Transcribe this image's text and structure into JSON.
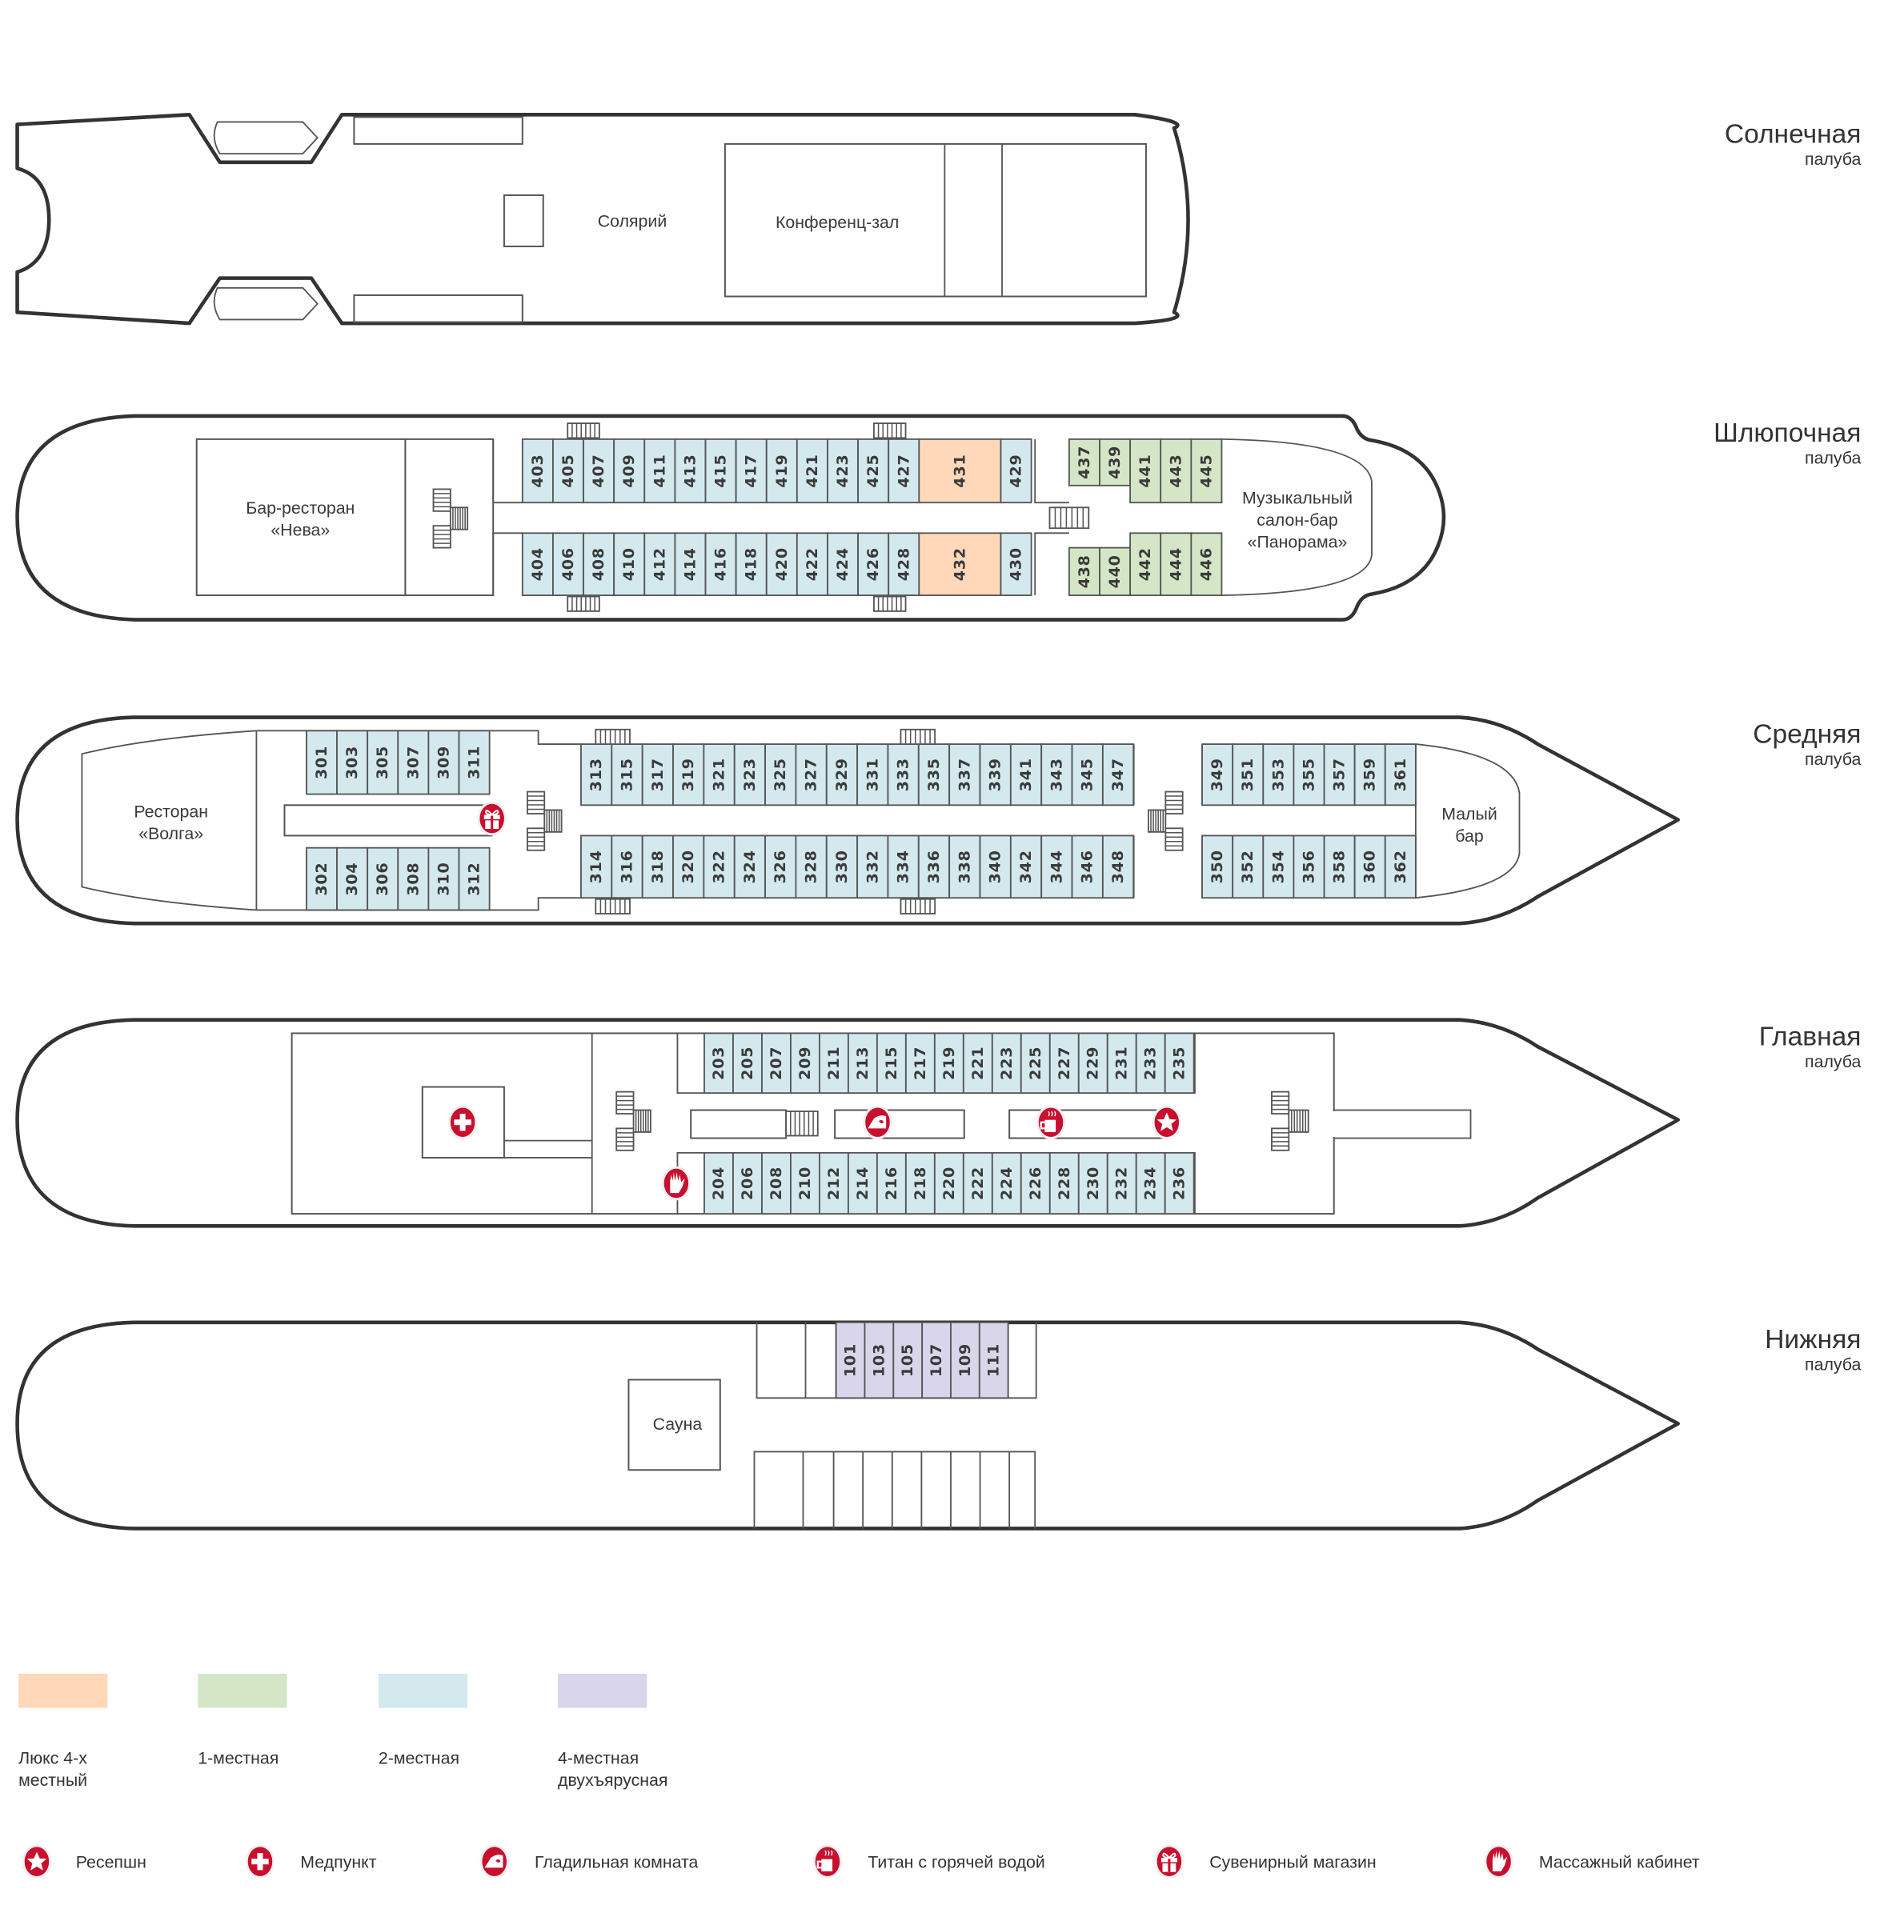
{
  "colors": {
    "lux": "#fed8b8",
    "single": "#d5e6c6",
    "double": "#d3e9ee",
    "quad_bunk": "#d9d5ea",
    "amenity": "#c8102e",
    "line": "#555555"
  },
  "decks": {
    "sun": {
      "title": "Солнечная",
      "subtitle": "палуба",
      "areas": {
        "solarium": "Солярий",
        "conference": "Конференц-зал"
      }
    },
    "boat": {
      "title": "Шлюпочная",
      "subtitle": "палуба",
      "areas": {
        "bar_line1": "Бар-ресторан",
        "bar_line2": "«Нева»",
        "music_line1": "Музыкальный",
        "music_line2": "салон-бар",
        "music_line3": "«Панорама»"
      },
      "cabins_top": [
        {
          "n": "403",
          "t": "double"
        },
        {
          "n": "405",
          "t": "double"
        },
        {
          "n": "407",
          "t": "double"
        },
        {
          "n": "409",
          "t": "double"
        },
        {
          "n": "411",
          "t": "double"
        },
        {
          "n": "413",
          "t": "double"
        },
        {
          "n": "415",
          "t": "double"
        },
        {
          "n": "417",
          "t": "double"
        },
        {
          "n": "419",
          "t": "double"
        },
        {
          "n": "421",
          "t": "double"
        },
        {
          "n": "423",
          "t": "double"
        },
        {
          "n": "425",
          "t": "double"
        },
        {
          "n": "427",
          "t": "double"
        },
        {
          "n": "431",
          "t": "lux"
        },
        {
          "n": "429",
          "t": "double"
        }
      ],
      "cabins_bottom": [
        {
          "n": "404",
          "t": "double"
        },
        {
          "n": "406",
          "t": "double"
        },
        {
          "n": "408",
          "t": "double"
        },
        {
          "n": "410",
          "t": "double"
        },
        {
          "n": "412",
          "t": "double"
        },
        {
          "n": "414",
          "t": "double"
        },
        {
          "n": "416",
          "t": "double"
        },
        {
          "n": "418",
          "t": "double"
        },
        {
          "n": "420",
          "t": "double"
        },
        {
          "n": "422",
          "t": "double"
        },
        {
          "n": "424",
          "t": "double"
        },
        {
          "n": "426",
          "t": "double"
        },
        {
          "n": "428",
          "t": "double"
        },
        {
          "n": "432",
          "t": "lux"
        },
        {
          "n": "430",
          "t": "double"
        }
      ],
      "cabins_fore_top": [
        {
          "n": "437",
          "t": "single"
        },
        {
          "n": "439",
          "t": "single"
        },
        {
          "n": "441",
          "t": "single"
        },
        {
          "n": "443",
          "t": "single"
        },
        {
          "n": "445",
          "t": "single"
        }
      ],
      "cabins_fore_bottom": [
        {
          "n": "438",
          "t": "single"
        },
        {
          "n": "440",
          "t": "single"
        },
        {
          "n": "442",
          "t": "single"
        },
        {
          "n": "444",
          "t": "single"
        },
        {
          "n": "446",
          "t": "single"
        }
      ]
    },
    "middle": {
      "title": "Средняя",
      "subtitle": "палуба",
      "areas": {
        "rest_line1": "Ресторан",
        "rest_line2": "«Волга»",
        "bar_line1": "Малый",
        "bar_line2": "бар"
      },
      "cabins_aft_top": [
        "301",
        "303",
        "305",
        "307",
        "309",
        "311"
      ],
      "cabins_aft_bottom": [
        "302",
        "304",
        "306",
        "308",
        "310",
        "312"
      ],
      "cabins_mid_top": [
        "313",
        "315",
        "317",
        "319",
        "321",
        "323",
        "325",
        "327",
        "329",
        "331",
        "333",
        "335",
        "337",
        "339",
        "341",
        "343",
        "345",
        "347"
      ],
      "cabins_mid_bottom": [
        "314",
        "316",
        "318",
        "320",
        "322",
        "324",
        "326",
        "328",
        "330",
        "332",
        "334",
        "336",
        "338",
        "340",
        "342",
        "344",
        "346",
        "348"
      ],
      "cabins_fore_top": [
        "349",
        "351",
        "353",
        "355",
        "357",
        "359",
        "361"
      ],
      "cabins_fore_bottom": [
        "350",
        "352",
        "354",
        "356",
        "358",
        "360",
        "362"
      ]
    },
    "main": {
      "title": "Главная",
      "subtitle": "палуба",
      "cabins_top": [
        "203",
        "205",
        "207",
        "209",
        "211",
        "213",
        "215",
        "217",
        "219",
        "221",
        "223",
        "225",
        "227",
        "229",
        "231",
        "233",
        "235"
      ],
      "cabins_bottom": [
        "204",
        "206",
        "208",
        "210",
        "212",
        "214",
        "216",
        "218",
        "220",
        "222",
        "224",
        "226",
        "228",
        "230",
        "232",
        "234",
        "236"
      ]
    },
    "lower": {
      "title": "Нижняя",
      "subtitle": "палуба",
      "areas": {
        "sauna": "Сауна"
      },
      "cabins_top": [
        "101",
        "103",
        "105",
        "107",
        "109",
        "111"
      ]
    }
  },
  "legend": {
    "cabin_types": [
      {
        "key": "lux",
        "line1": "Люкс 4-х",
        "line2": "местный"
      },
      {
        "key": "single",
        "line1": "1-местная",
        "line2": ""
      },
      {
        "key": "double",
        "line1": "2-местная",
        "line2": ""
      },
      {
        "key": "quad_bunk",
        "line1": "4-местная",
        "line2": "двухъярусная"
      }
    ],
    "amenities": [
      {
        "icon": "star-icon",
        "label": "Ресепшн"
      },
      {
        "icon": "medical-cross-icon",
        "label": "Медпункт"
      },
      {
        "icon": "iron-icon",
        "label": "Гладильная комната"
      },
      {
        "icon": "hot-cup-icon",
        "label": "Титан с горячей водой"
      },
      {
        "icon": "gift-icon",
        "label": "Сувенирный магазин"
      },
      {
        "icon": "hand-icon",
        "label": "Массажный кабинет"
      }
    ]
  }
}
